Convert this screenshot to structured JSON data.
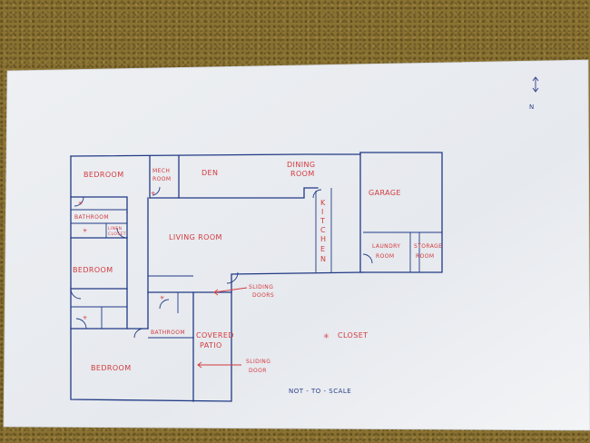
{
  "north": "N",
  "rooms": {
    "bedroom_top": "BEDROOM",
    "mech_room_line1": "MECH",
    "mech_room_line2": "ROOM",
    "den": "DEN",
    "dining_room_line1": "DINING",
    "dining_room_line2": "ROOM",
    "garage": "GARAGE",
    "bathroom_top": "BATHROOM",
    "linen_closet_line1": "LINEN",
    "linen_closet_line2": "CLOSET",
    "living_room": "LIVING ROOM",
    "kitchen_letters": [
      "K",
      "I",
      "T",
      "C",
      "H",
      "E",
      "N"
    ],
    "laundry_room_line1": "LAUNDRY",
    "laundry_room_line2": "ROOM",
    "storage_room_line1": "STORAGE",
    "storage_room_line2": "ROOM",
    "bedroom_mid": "BEDROOM",
    "bathroom_bottom": "BATHROOM",
    "covered_patio_line1": "COVERED",
    "covered_patio_line2": "PATIO",
    "bedroom_bottom": "BEDROOM"
  },
  "annotations": {
    "sliding_doors_line1": "SLIDING",
    "sliding_doors_line2": "DOORS",
    "sliding_door_line1": "SLIDING",
    "sliding_door_line2": "DOOR",
    "closet_legend": "CLOSET",
    "closet_symbol": "✳",
    "scale_note": "NOT - TO - SCALE"
  },
  "colors": {
    "label_red": "#d23a3f",
    "wall_blue": "#213a86",
    "paper": "#eceff2",
    "table": "#8a7232"
  }
}
